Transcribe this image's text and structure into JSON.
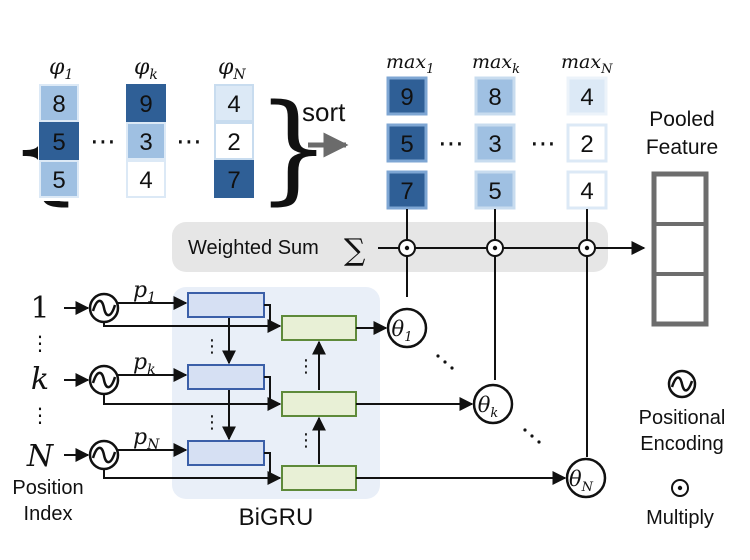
{
  "inputs": {
    "columns": [
      {
        "label": "φ",
        "sub": "1",
        "values": [
          "8",
          "5",
          "5"
        ],
        "shades": [
          "light",
          "dark",
          "light"
        ]
      },
      {
        "label": "φ",
        "sub": "k",
        "values": [
          "9",
          "3",
          "4"
        ],
        "shades": [
          "dark",
          "light",
          "pale"
        ]
      },
      {
        "label": "φ",
        "sub": "N",
        "values": [
          "4",
          "2",
          "7"
        ],
        "shades": [
          "pale",
          "pale",
          "dark"
        ]
      }
    ],
    "ellipsis": "⋯"
  },
  "sort_label": "sort",
  "outputs": {
    "columns": [
      {
        "label": "max",
        "sub": "1",
        "values": [
          "9",
          "5",
          "7"
        ],
        "shades": [
          "dark",
          "dark",
          "dark"
        ]
      },
      {
        "label": "max",
        "sub": "k",
        "values": [
          "8",
          "3",
          "5"
        ],
        "shades": [
          "light",
          "light",
          "light"
        ]
      },
      {
        "label": "max",
        "sub": "N",
        "values": [
          "4",
          "2",
          "4"
        ],
        "shades": [
          "pale",
          "pale",
          "pale"
        ]
      }
    ],
    "ellipsis": "⋯"
  },
  "pooled_feature": {
    "line1": "Pooled",
    "line2": "Feature"
  },
  "weighted_sum": {
    "label": "Weighted Sum",
    "symbol": "∑"
  },
  "positions": {
    "labels": [
      "1",
      "k",
      "N"
    ],
    "vdots": "⋮",
    "caption_line1": "Position",
    "caption_line2": "Index"
  },
  "encodings": [
    {
      "p": "p",
      "sub": "1"
    },
    {
      "p": "p",
      "sub": "k"
    },
    {
      "p": "p",
      "sub": "N"
    }
  ],
  "bigru_label": "BiGRU",
  "thetas": [
    {
      "sym": "θ",
      "sub": "1"
    },
    {
      "sym": "θ",
      "sub": "k"
    },
    {
      "sym": "θ",
      "sub": "N"
    }
  ],
  "legend": {
    "pe_line1": "Positional",
    "pe_line2": "Encoding",
    "multiply": "Multiply"
  },
  "colors": {
    "dark": "#2f5f96",
    "light": "#9fc0e2",
    "pale": "#dce9f6",
    "gru_fwd": "#d6e0f3",
    "gru_fwd_border": "#3b5fa8",
    "gru_bwd": "#e8f0d6",
    "gru_bwd_border": "#5e8a3a",
    "bigru_bg": "#e9eff8",
    "wsum_bg": "#e6e6e6",
    "pool_border": "#6d6d6d"
  }
}
